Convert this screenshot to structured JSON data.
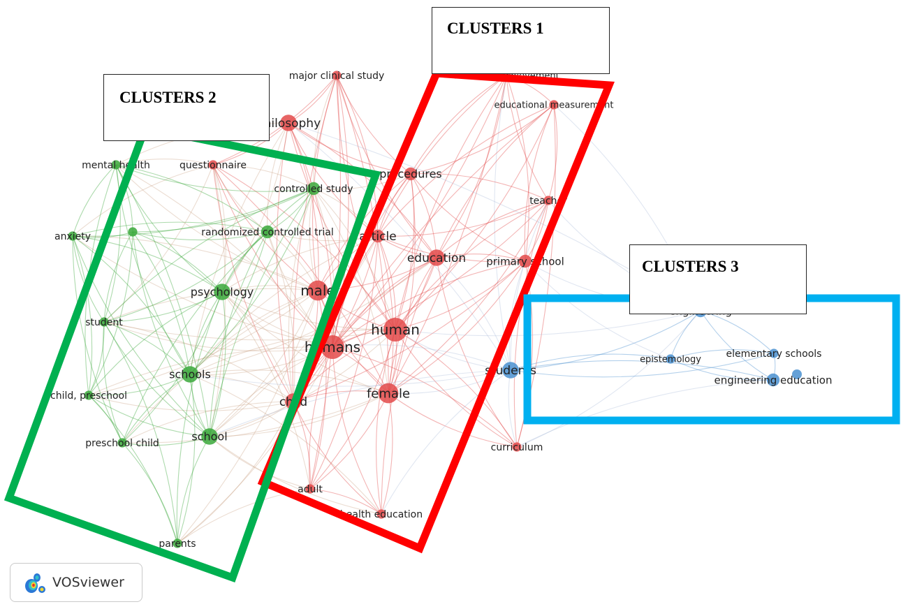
{
  "clusters": [
    {
      "id": 1,
      "label": "CLUSTERS 1",
      "color": "#ff0000"
    },
    {
      "id": 2,
      "label": "CLUSTERS 2",
      "color": "#00b050"
    },
    {
      "id": 3,
      "label": "CLUSTERS 3",
      "color": "#00b0f0"
    }
  ],
  "node_colors": {
    "red": "#e34a4a",
    "green": "#3aa83a",
    "blue": "#4a90d0"
  },
  "nodes": [
    {
      "id": "major_clinical_study",
      "label": "major clinical study",
      "cluster": "red",
      "weight": 1
    },
    {
      "id": "academic_achievement",
      "label": "academic achievement",
      "cluster": "red",
      "weight": 1
    },
    {
      "id": "educational_measurement",
      "label": "educational measurement",
      "cluster": "red",
      "weight": 1
    },
    {
      "id": "philosophy",
      "label": "philosophy",
      "cluster": "red",
      "weight": 3
    },
    {
      "id": "questionnaire",
      "label": "questionnaire",
      "cluster": "red",
      "weight": 1
    },
    {
      "id": "procedures",
      "label": "procedures",
      "cluster": "red",
      "weight": 2
    },
    {
      "id": "teacher",
      "label": "teacher",
      "cluster": "red",
      "weight": 1
    },
    {
      "id": "article",
      "label": "article",
      "cluster": "red",
      "weight": 2
    },
    {
      "id": "education",
      "label": "education",
      "cluster": "red",
      "weight": 3
    },
    {
      "id": "primary_school",
      "label": "primary school",
      "cluster": "red",
      "weight": 2
    },
    {
      "id": "male",
      "label": "male",
      "cluster": "red",
      "weight": 4
    },
    {
      "id": "human",
      "label": "human",
      "cluster": "red",
      "weight": 5
    },
    {
      "id": "humans",
      "label": "humans",
      "cluster": "red",
      "weight": 5
    },
    {
      "id": "female",
      "label": "female",
      "cluster": "red",
      "weight": 4
    },
    {
      "id": "child",
      "label": "child",
      "cluster": "red",
      "weight": 3
    },
    {
      "id": "curriculum",
      "label": "curriculum",
      "cluster": "red",
      "weight": 1
    },
    {
      "id": "adult",
      "label": "adult",
      "cluster": "red",
      "weight": 1
    },
    {
      "id": "health_education",
      "label": "health education",
      "cluster": "red",
      "weight": 1
    },
    {
      "id": "mental_health",
      "label": "mental health",
      "cluster": "green",
      "weight": 1
    },
    {
      "id": "controlled_study",
      "label": "controlled study",
      "cluster": "green",
      "weight": 2
    },
    {
      "id": "anxiety",
      "label": "anxiety",
      "cluster": "green",
      "weight": 1
    },
    {
      "id": "green_unlabeled",
      "label": "",
      "cluster": "green",
      "weight": 1
    },
    {
      "id": "randomized_controlled_trial",
      "label": "randomized controlled trial",
      "cluster": "green",
      "weight": 2
    },
    {
      "id": "psychology",
      "label": "psychology",
      "cluster": "green",
      "weight": 3
    },
    {
      "id": "student",
      "label": "student",
      "cluster": "green",
      "weight": 1
    },
    {
      "id": "schools",
      "label": "schools",
      "cluster": "green",
      "weight": 3
    },
    {
      "id": "child_preschool",
      "label": "child, preschool",
      "cluster": "green",
      "weight": 1
    },
    {
      "id": "preschool_child",
      "label": "preschool child",
      "cluster": "green",
      "weight": 1
    },
    {
      "id": "school",
      "label": "school",
      "cluster": "green",
      "weight": 3
    },
    {
      "id": "parents",
      "label": "parents",
      "cluster": "green",
      "weight": 1
    },
    {
      "id": "students",
      "label": "students",
      "cluster": "blue",
      "weight": 3
    },
    {
      "id": "engineering",
      "label": "engineering",
      "cluster": "blue",
      "weight": 2
    },
    {
      "id": "epistemology",
      "label": "epistemology",
      "cluster": "blue",
      "weight": 1
    },
    {
      "id": "elementary_schools",
      "label": "elementary schools",
      "cluster": "blue",
      "weight": 1
    },
    {
      "id": "engineering_education",
      "label": "engineering education",
      "cluster": "blue",
      "weight": 2
    }
  ],
  "links": [
    [
      "major_clinical_study",
      "philosophy"
    ],
    [
      "major_clinical_study",
      "procedures"
    ],
    [
      "major_clinical_study",
      "humans"
    ],
    [
      "major_clinical_study",
      "male"
    ],
    [
      "major_clinical_study",
      "female"
    ],
    [
      "major_clinical_study",
      "child"
    ],
    [
      "major_clinical_study",
      "questionnaire"
    ],
    [
      "major_clinical_study",
      "controlled_study"
    ],
    [
      "major_clinical_study",
      "article"
    ],
    [
      "major_clinical_study",
      "human"
    ],
    [
      "major_clinical_study",
      "adult"
    ],
    [
      "major_clinical_study",
      "education"
    ],
    [
      "academic_achievement",
      "educational_measurement"
    ],
    [
      "academic_achievement",
      "procedures"
    ],
    [
      "academic_achievement",
      "education"
    ],
    [
      "academic_achievement",
      "human"
    ],
    [
      "academic_achievement",
      "humans"
    ],
    [
      "academic_achievement",
      "teacher"
    ],
    [
      "academic_achievement",
      "primary_school"
    ],
    [
      "academic_achievement",
      "article"
    ],
    [
      "academic_achievement",
      "female"
    ],
    [
      "academic_achievement",
      "students"
    ],
    [
      "educational_measurement",
      "procedures"
    ],
    [
      "educational_measurement",
      "education"
    ],
    [
      "educational_measurement",
      "human"
    ],
    [
      "educational_measurement",
      "humans"
    ],
    [
      "educational_measurement",
      "teacher"
    ],
    [
      "educational_measurement",
      "primary_school"
    ],
    [
      "educational_measurement",
      "curriculum"
    ],
    [
      "educational_measurement",
      "article"
    ],
    [
      "educational_measurement",
      "engineering"
    ],
    [
      "philosophy",
      "procedures"
    ],
    [
      "philosophy",
      "humans"
    ],
    [
      "philosophy",
      "human"
    ],
    [
      "philosophy",
      "education"
    ],
    [
      "philosophy",
      "article"
    ],
    [
      "philosophy",
      "psychology"
    ],
    [
      "philosophy",
      "mental_health"
    ],
    [
      "philosophy",
      "questionnaire"
    ],
    [
      "philosophy",
      "randomized_controlled_trial"
    ],
    [
      "philosophy",
      "male"
    ],
    [
      "philosophy",
      "child"
    ],
    [
      "philosophy",
      "students"
    ],
    [
      "philosophy",
      "schools"
    ],
    [
      "questionnaire",
      "controlled_study"
    ],
    [
      "questionnaire",
      "randomized_controlled_trial"
    ],
    [
      "questionnaire",
      "psychology"
    ],
    [
      "questionnaire",
      "humans"
    ],
    [
      "questionnaire",
      "human"
    ],
    [
      "questionnaire",
      "male"
    ],
    [
      "questionnaire",
      "female"
    ],
    [
      "questionnaire",
      "child"
    ],
    [
      "questionnaire",
      "student"
    ],
    [
      "questionnaire",
      "mental_health"
    ],
    [
      "questionnaire",
      "school"
    ],
    [
      "questionnaire",
      "anxiety"
    ],
    [
      "procedures",
      "education"
    ],
    [
      "procedures",
      "article"
    ],
    [
      "procedures",
      "human"
    ],
    [
      "procedures",
      "humans"
    ],
    [
      "procedures",
      "teacher"
    ],
    [
      "procedures",
      "primary_school"
    ],
    [
      "procedures",
      "female"
    ],
    [
      "procedures",
      "male"
    ],
    [
      "procedures",
      "controlled_study"
    ],
    [
      "teacher",
      "education"
    ],
    [
      "teacher",
      "primary_school"
    ],
    [
      "teacher",
      "human"
    ],
    [
      "teacher",
      "humans"
    ],
    [
      "teacher",
      "students"
    ],
    [
      "teacher",
      "article"
    ],
    [
      "teacher",
      "curriculum"
    ],
    [
      "teacher",
      "female"
    ],
    [
      "article",
      "education"
    ],
    [
      "article",
      "human"
    ],
    [
      "article",
      "humans"
    ],
    [
      "article",
      "female"
    ],
    [
      "article",
      "male"
    ],
    [
      "article",
      "child"
    ],
    [
      "article",
      "controlled_study"
    ],
    [
      "article",
      "randomized_controlled_trial"
    ],
    [
      "article",
      "psychology"
    ],
    [
      "article",
      "school"
    ],
    [
      "article",
      "schools"
    ],
    [
      "article",
      "adult"
    ],
    [
      "article",
      "primary_school"
    ],
    [
      "education",
      "human"
    ],
    [
      "education",
      "humans"
    ],
    [
      "education",
      "primary_school"
    ],
    [
      "education",
      "female"
    ],
    [
      "education",
      "male"
    ],
    [
      "education",
      "child"
    ],
    [
      "education",
      "students"
    ],
    [
      "education",
      "curriculum"
    ],
    [
      "education",
      "schools"
    ],
    [
      "education",
      "health_education"
    ],
    [
      "primary_school",
      "human"
    ],
    [
      "primary_school",
      "humans"
    ],
    [
      "primary_school",
      "female"
    ],
    [
      "primary_school",
      "students"
    ],
    [
      "primary_school",
      "curriculum"
    ],
    [
      "primary_school",
      "engineering"
    ],
    [
      "primary_school",
      "child"
    ],
    [
      "male",
      "human"
    ],
    [
      "male",
      "humans"
    ],
    [
      "male",
      "female"
    ],
    [
      "male",
      "child"
    ],
    [
      "male",
      "psychology"
    ],
    [
      "male",
      "controlled_study"
    ],
    [
      "male",
      "randomized_controlled_trial"
    ],
    [
      "male",
      "school"
    ],
    [
      "male",
      "schools"
    ],
    [
      "male",
      "adult"
    ],
    [
      "male",
      "student"
    ],
    [
      "male",
      "mental_health"
    ],
    [
      "male",
      "anxiety"
    ],
    [
      "male",
      "child_preschool"
    ],
    [
      "male",
      "preschool_child"
    ],
    [
      "male",
      "parents"
    ],
    [
      "human",
      "humans"
    ],
    [
      "human",
      "female"
    ],
    [
      "human",
      "child"
    ],
    [
      "human",
      "psychology"
    ],
    [
      "human",
      "controlled_study"
    ],
    [
      "human",
      "school"
    ],
    [
      "human",
      "schools"
    ],
    [
      "human",
      "adult"
    ],
    [
      "human",
      "students"
    ],
    [
      "human",
      "curriculum"
    ],
    [
      "human",
      "health_education"
    ],
    [
      "human",
      "student"
    ],
    [
      "human",
      "engineering"
    ],
    [
      "humans",
      "female"
    ],
    [
      "humans",
      "child"
    ],
    [
      "humans",
      "psychology"
    ],
    [
      "humans",
      "controlled_study"
    ],
    [
      "humans",
      "randomized_controlled_trial"
    ],
    [
      "humans",
      "school"
    ],
    [
      "humans",
      "schools"
    ],
    [
      "humans",
      "adult"
    ],
    [
      "humans",
      "students"
    ],
    [
      "humans",
      "health_education"
    ],
    [
      "humans",
      "student"
    ],
    [
      "humans",
      "child_preschool"
    ],
    [
      "humans",
      "parents"
    ],
    [
      "humans",
      "mental_health"
    ],
    [
      "humans",
      "anxiety"
    ],
    [
      "female",
      "child"
    ],
    [
      "female",
      "psychology"
    ],
    [
      "female",
      "controlled_study"
    ],
    [
      "female",
      "school"
    ],
    [
      "female",
      "schools"
    ],
    [
      "female",
      "adult"
    ],
    [
      "female",
      "students"
    ],
    [
      "female",
      "health_education"
    ],
    [
      "female",
      "curriculum"
    ],
    [
      "female",
      "preschool_child"
    ],
    [
      "child",
      "psychology"
    ],
    [
      "child",
      "school"
    ],
    [
      "child",
      "schools"
    ],
    [
      "child",
      "adult"
    ],
    [
      "child",
      "health_education"
    ],
    [
      "child",
      "child_preschool"
    ],
    [
      "child",
      "preschool_child"
    ],
    [
      "child",
      "parents"
    ],
    [
      "child",
      "randomized_controlled_trial"
    ],
    [
      "child",
      "controlled_study"
    ],
    [
      "child",
      "student"
    ],
    [
      "curriculum",
      "students"
    ],
    [
      "curriculum",
      "engineering"
    ],
    [
      "curriculum",
      "human"
    ],
    [
      "curriculum",
      "humans"
    ],
    [
      "adult",
      "health_education"
    ],
    [
      "adult",
      "psychology"
    ],
    [
      "adult",
      "school"
    ],
    [
      "adult",
      "parents"
    ],
    [
      "health_education",
      "school"
    ],
    [
      "health_education",
      "schools"
    ],
    [
      "health_education",
      "students"
    ],
    [
      "mental_health",
      "anxiety"
    ],
    [
      "mental_health",
      "green_unlabeled"
    ],
    [
      "mental_health",
      "psychology"
    ],
    [
      "mental_health",
      "student"
    ],
    [
      "mental_health",
      "controlled_study"
    ],
    [
      "mental_health",
      "randomized_controlled_trial"
    ],
    [
      "mental_health",
      "schools"
    ],
    [
      "mental_health",
      "school"
    ],
    [
      "mental_health",
      "child_preschool"
    ],
    [
      "controlled_study",
      "randomized_controlled_trial"
    ],
    [
      "controlled_study",
      "psychology"
    ],
    [
      "controlled_study",
      "schools"
    ],
    [
      "controlled_study",
      "school"
    ],
    [
      "controlled_study",
      "green_unlabeled"
    ],
    [
      "controlled_study",
      "student"
    ],
    [
      "controlled_study",
      "anxiety"
    ],
    [
      "anxiety",
      "green_unlabeled"
    ],
    [
      "anxiety",
      "psychology"
    ],
    [
      "anxiety",
      "student"
    ],
    [
      "anxiety",
      "schools"
    ],
    [
      "anxiety",
      "school"
    ],
    [
      "anxiety",
      "child_preschool"
    ],
    [
      "anxiety",
      "preschool_child"
    ],
    [
      "anxiety",
      "randomized_controlled_trial"
    ],
    [
      "green_unlabeled",
      "randomized_controlled_trial"
    ],
    [
      "green_unlabeled",
      "psychology"
    ],
    [
      "green_unlabeled",
      "student"
    ],
    [
      "green_unlabeled",
      "schools"
    ],
    [
      "green_unlabeled",
      "school"
    ],
    [
      "green_unlabeled",
      "child_preschool"
    ],
    [
      "randomized_controlled_trial",
      "psychology"
    ],
    [
      "randomized_controlled_trial",
      "schools"
    ],
    [
      "randomized_controlled_trial",
      "school"
    ],
    [
      "randomized_controlled_trial",
      "student"
    ],
    [
      "randomized_controlled_trial",
      "preschool_child"
    ],
    [
      "psychology",
      "student"
    ],
    [
      "psychology",
      "schools"
    ],
    [
      "psychology",
      "school"
    ],
    [
      "psychology",
      "child_preschool"
    ],
    [
      "psychology",
      "preschool_child"
    ],
    [
      "psychology",
      "parents"
    ],
    [
      "student",
      "schools"
    ],
    [
      "student",
      "school"
    ],
    [
      "student",
      "child_preschool"
    ],
    [
      "student",
      "preschool_child"
    ],
    [
      "student",
      "parents"
    ],
    [
      "schools",
      "school"
    ],
    [
      "schools",
      "child_preschool"
    ],
    [
      "schools",
      "preschool_child"
    ],
    [
      "schools",
      "parents"
    ],
    [
      "schools",
      "students"
    ],
    [
      "child_preschool",
      "preschool_child"
    ],
    [
      "child_preschool",
      "school"
    ],
    [
      "child_preschool",
      "parents"
    ],
    [
      "preschool_child",
      "school"
    ],
    [
      "preschool_child",
      "parents"
    ],
    [
      "school",
      "parents"
    ],
    [
      "school",
      "students"
    ],
    [
      "students",
      "engineering"
    ],
    [
      "students",
      "epistemology"
    ],
    [
      "students",
      "elementary_schools"
    ],
    [
      "students",
      "engineering_education"
    ],
    [
      "engineering",
      "epistemology"
    ],
    [
      "engineering",
      "elementary_schools"
    ],
    [
      "engineering",
      "engineering_education"
    ],
    [
      "epistemology",
      "elementary_schools"
    ],
    [
      "epistemology",
      "engineering_education"
    ],
    [
      "elementary_schools",
      "engineering_education"
    ],
    [
      "engineering",
      "philosophy"
    ],
    [
      "engineering",
      "teacher"
    ],
    [
      "engineering_education",
      "curriculum"
    ],
    [
      "epistemology",
      "primary_school"
    ]
  ],
  "branding": {
    "app_name": "VOSviewer"
  }
}
